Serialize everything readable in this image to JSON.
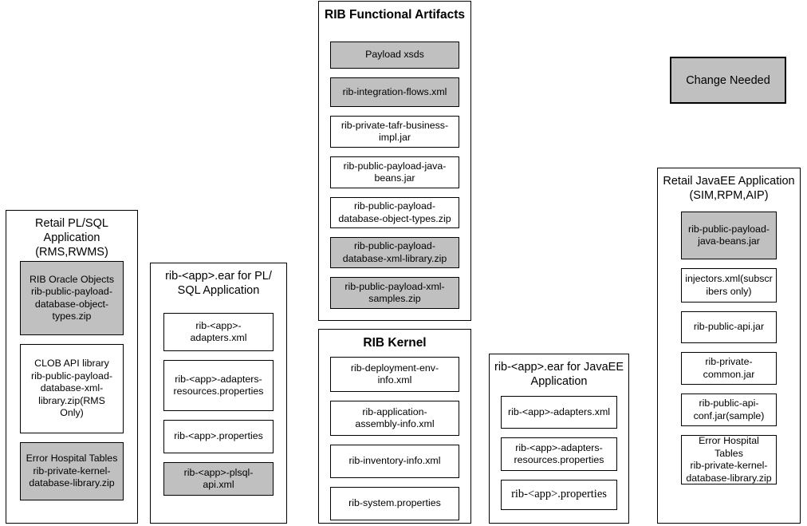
{
  "diagram": {
    "legend": {
      "label": "Change Needed",
      "fill": "#c0c0c0",
      "meaning": "gray-filled boxes indicate artifacts that need change"
    },
    "colors": {
      "change_needed_fill": "#c0c0c0",
      "no_change_fill": "#ffffff",
      "border": "#000000",
      "text": "#000000"
    },
    "groups": [
      {
        "id": "retail-plsql-application",
        "title": "Retail PL/SQL\nApplication\n(RMS,RWMS)",
        "items": [
          {
            "label": "RIB Oracle Objects\nrib-public-payload-\ndatabase-object-\ntypes.zip",
            "change_needed": true
          },
          {
            "label": "CLOB API library\nrib-public-payload-\ndatabase-xml-\nlibrary.zip(RMS\nOnly)",
            "change_needed": false
          },
          {
            "label": "Error Hospital Tables\nrib-private-kernel-\ndatabase-library.zip",
            "change_needed": true
          }
        ]
      },
      {
        "id": "rib-app-ear-plsql",
        "title": "rib-<app>.ear for PL/\nSQL Application",
        "items": [
          {
            "label": "rib-<app>-\nadapters.xml",
            "change_needed": false
          },
          {
            "label": "rib-<app>-adapters-\nresources.properties",
            "change_needed": false
          },
          {
            "label": "rib-<app>.properties",
            "change_needed": false
          },
          {
            "label": "rib-<app>-plsql-\napi.xml",
            "change_needed": true
          }
        ]
      },
      {
        "id": "rib-functional-artifacts",
        "title": "RIB Functional\nArtifacts",
        "items": [
          {
            "label": "Payload xsds",
            "change_needed": true
          },
          {
            "label": "rib-integration-flows.xml",
            "change_needed": true
          },
          {
            "label": "rib-private-tafr-business-\nimpl.jar",
            "change_needed": false
          },
          {
            "label": "rib-public-payload-java-\nbeans.jar",
            "change_needed": false
          },
          {
            "label": "rib-public-payload-\ndatabase-object-types.zip",
            "change_needed": false
          },
          {
            "label": "rib-public-payload-\ndatabase-xml-library.zip",
            "change_needed": true
          },
          {
            "label": "rib-public-payload-xml-\nsamples.zip",
            "change_needed": true
          }
        ]
      },
      {
        "id": "rib-kernel",
        "title": "RIB Kernel",
        "items": [
          {
            "label": "rib-deployment-env-\ninfo.xml",
            "change_needed": false
          },
          {
            "label": "rib-application-\nassembly-info.xml",
            "change_needed": false
          },
          {
            "label": "rib-inventory-info.xml",
            "change_needed": false
          },
          {
            "label": "rib-system.properties",
            "change_needed": false
          }
        ]
      },
      {
        "id": "rib-app-ear-javaee",
        "title": "rib-<app>.ear for\nJavaEE Application",
        "items": [
          {
            "label": "rib-<app>-adapters.xml",
            "change_needed": false
          },
          {
            "label": "rib-<app>-adapters-\nresources.properties",
            "change_needed": false
          },
          {
            "label": "rib-<app>.properties",
            "change_needed": false,
            "serif": true
          }
        ]
      },
      {
        "id": "retail-javaee-application",
        "title": "Retail JavaEE\nApplication\n(SIM,RPM,AIP)",
        "items": [
          {
            "label": "rib-public-payload-\njava-beans.jar",
            "change_needed": true
          },
          {
            "label": "injectors.xml(subscr\nibers only)",
            "change_needed": false
          },
          {
            "label": "rib-public-api.jar",
            "change_needed": false
          },
          {
            "label": "rib-private-\ncommon.jar",
            "change_needed": false
          },
          {
            "label": "rib-public-api-\nconf.jar(sample)",
            "change_needed": false
          },
          {
            "label": "Error Hospital Tables\nrib-private-kernel-\ndatabase-library.zip",
            "change_needed": false
          }
        ]
      }
    ]
  }
}
